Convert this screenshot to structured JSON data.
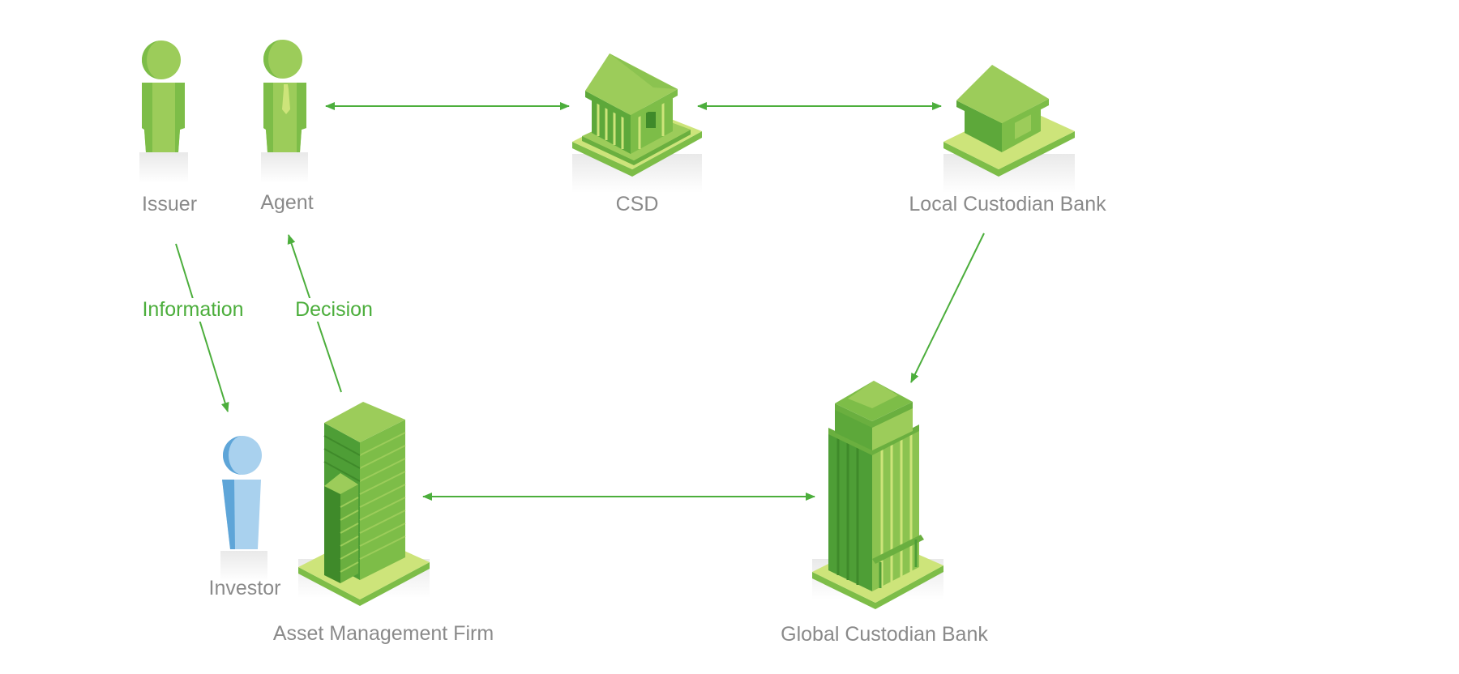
{
  "colors": {
    "arrow": "#4cae3c",
    "label": "#8a8a8a",
    "edge_label": "#4cae3c",
    "green_light": "#9ccc5a",
    "green_mid": "#7dbd48",
    "green_dark": "#4e9e36",
    "base_light": "#cde47a",
    "investor_light": "#a9d1ee",
    "investor_dark": "#5ea5d8"
  },
  "nodes": {
    "issuer": {
      "label": "Issuer",
      "icon": "person-icon"
    },
    "agent": {
      "label": "Agent",
      "icon": "person-with-tie-icon"
    },
    "investor": {
      "label": "Investor",
      "icon": "person-icon"
    },
    "csd": {
      "label": "CSD",
      "icon": "classical-bank-building-icon"
    },
    "local_custodian": {
      "label": "Local Custodian Bank",
      "icon": "house-building-icon"
    },
    "asset_manager": {
      "label": "Asset Management Firm",
      "icon": "office-tower-icon"
    },
    "global_custodian": {
      "label": "Global Custodian Bank",
      "icon": "skyscraper-icon"
    }
  },
  "edges": {
    "information": {
      "label": "Information",
      "from": "Issuer",
      "to": "Investor",
      "direction": "forward"
    },
    "decision": {
      "label": "Decision",
      "from": "Asset Management Firm",
      "to": "Agent",
      "direction": "forward"
    },
    "agent_csd": {
      "from": "Agent",
      "to": "CSD",
      "direction": "both"
    },
    "csd_local": {
      "from": "CSD",
      "to": "Local Custodian Bank",
      "direction": "both"
    },
    "local_global": {
      "from": "Local Custodian Bank",
      "to": "Global Custodian Bank",
      "direction": "forward"
    },
    "asset_global": {
      "from": "Asset Management Firm",
      "to": "Global Custodian Bank",
      "direction": "both"
    }
  }
}
